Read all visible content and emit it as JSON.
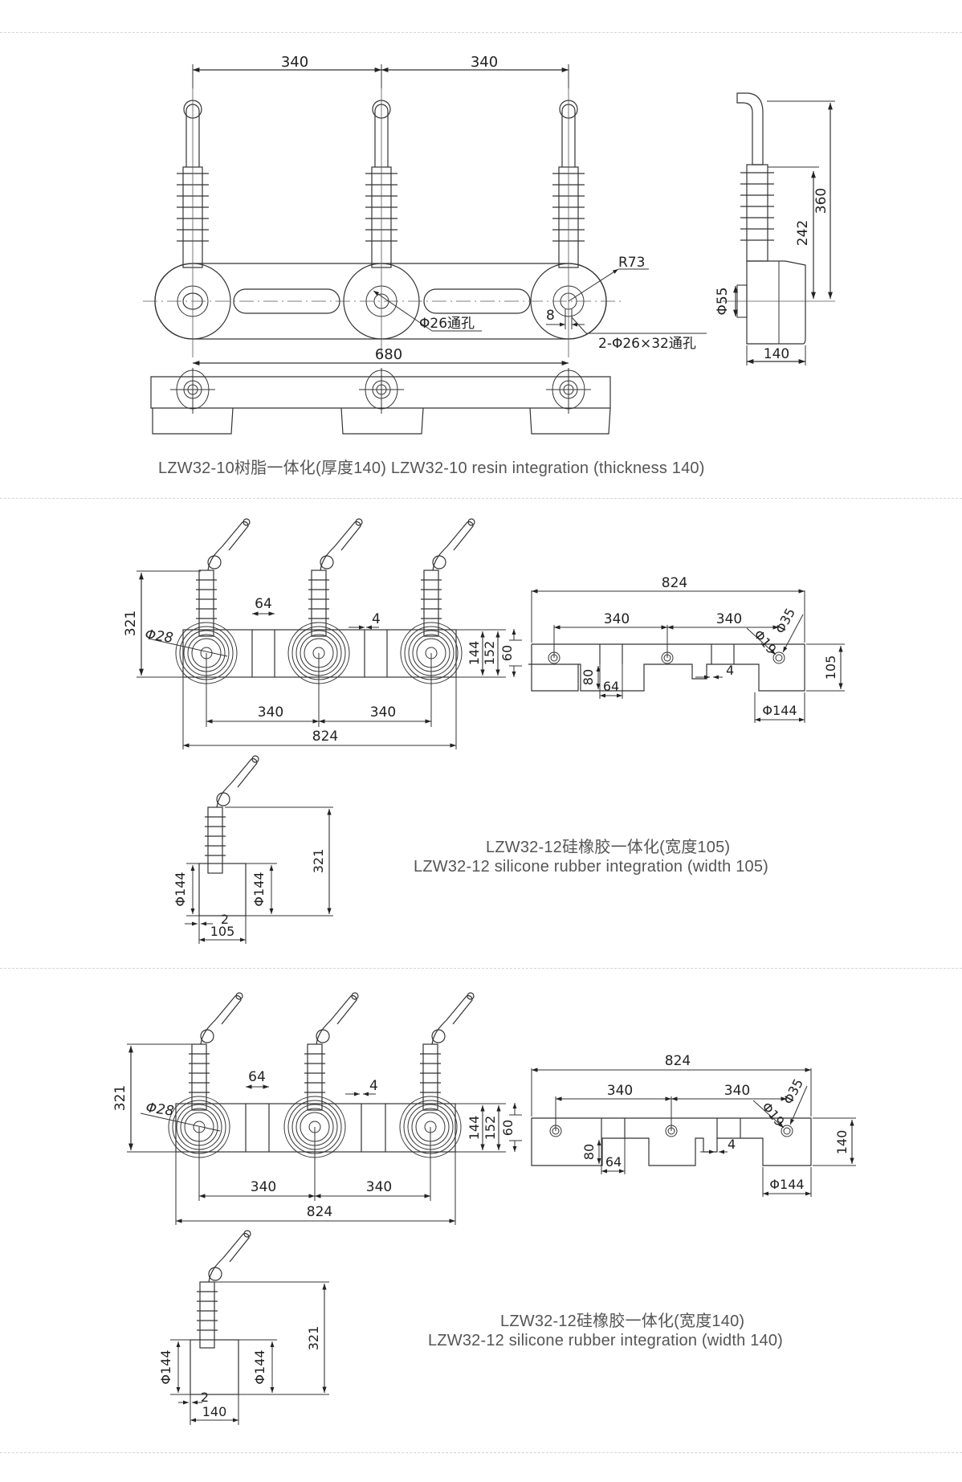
{
  "section1": {
    "caption": "LZW32-10树脂一体化(厚度140)   LZW32-10 resin integration (thickness 140)",
    "front_view": {
      "dim_top_left": "340",
      "dim_top_right": "340",
      "dim_overall": "680",
      "radius_label": "R73",
      "hole_label": "Φ26通孔",
      "slot_width": "8",
      "slot_label": "2-Φ26×32通孔"
    },
    "side_view": {
      "dim_total_height": "360",
      "dim_insulator_height": "242",
      "dim_boss_dia": "Φ55",
      "dim_thickness": "140"
    }
  },
  "section2": {
    "caption_cn": "LZW32-12硅橡胶一体化(宽度105)",
    "caption_en": "LZW32-12 silicone rubber integration (width 105)",
    "front_view": {
      "dim_height": "321",
      "dim_hole": "Φ28",
      "dim_gap": "64",
      "dim_groove": "4",
      "dim_144": "144",
      "dim_152": "152",
      "dim_60": "60",
      "dim_pitch_left": "340",
      "dim_pitch_right": "340",
      "dim_overall": "824"
    },
    "top_view": {
      "dim_overall": "824",
      "dim_pitch_left": "340",
      "dim_pitch_right": "340",
      "dim_d19": "Φ19",
      "dim_d35": "Φ35",
      "dim_depth": "80",
      "dim_gap": "64",
      "dim_groove": "4",
      "dim_width": "105",
      "dim_d144": "Φ144"
    },
    "side_view": {
      "dim_height": "321",
      "dim_left_dia": "Φ144",
      "dim_right_dia": "Φ144",
      "dim_offset": "2",
      "dim_width": "105"
    }
  },
  "section3": {
    "caption_cn": "LZW32-12硅橡胶一体化(宽度140)",
    "caption_en": "LZW32-12 silicone rubber integration (width 140)",
    "front_view": {
      "dim_height": "321",
      "dim_hole": "Φ28",
      "dim_gap": "64",
      "dim_groove": "4",
      "dim_144": "144",
      "dim_152": "152",
      "dim_60": "60",
      "dim_pitch_left": "340",
      "dim_pitch_right": "340",
      "dim_overall": "824"
    },
    "top_view": {
      "dim_overall": "824",
      "dim_pitch_left": "340",
      "dim_pitch_right": "340",
      "dim_d19": "Φ19",
      "dim_d35": "Φ35",
      "dim_depth": "80",
      "dim_gap": "64",
      "dim_groove": "4",
      "dim_width": "140",
      "dim_d144": "Φ144"
    },
    "side_view": {
      "dim_height": "321",
      "dim_left_dia": "Φ144",
      "dim_right_dia": "Φ144",
      "dim_offset": "2",
      "dim_width": "140"
    }
  },
  "colors": {
    "line": "#333333",
    "caption": "#555555",
    "separator": "#d6d6d6"
  }
}
